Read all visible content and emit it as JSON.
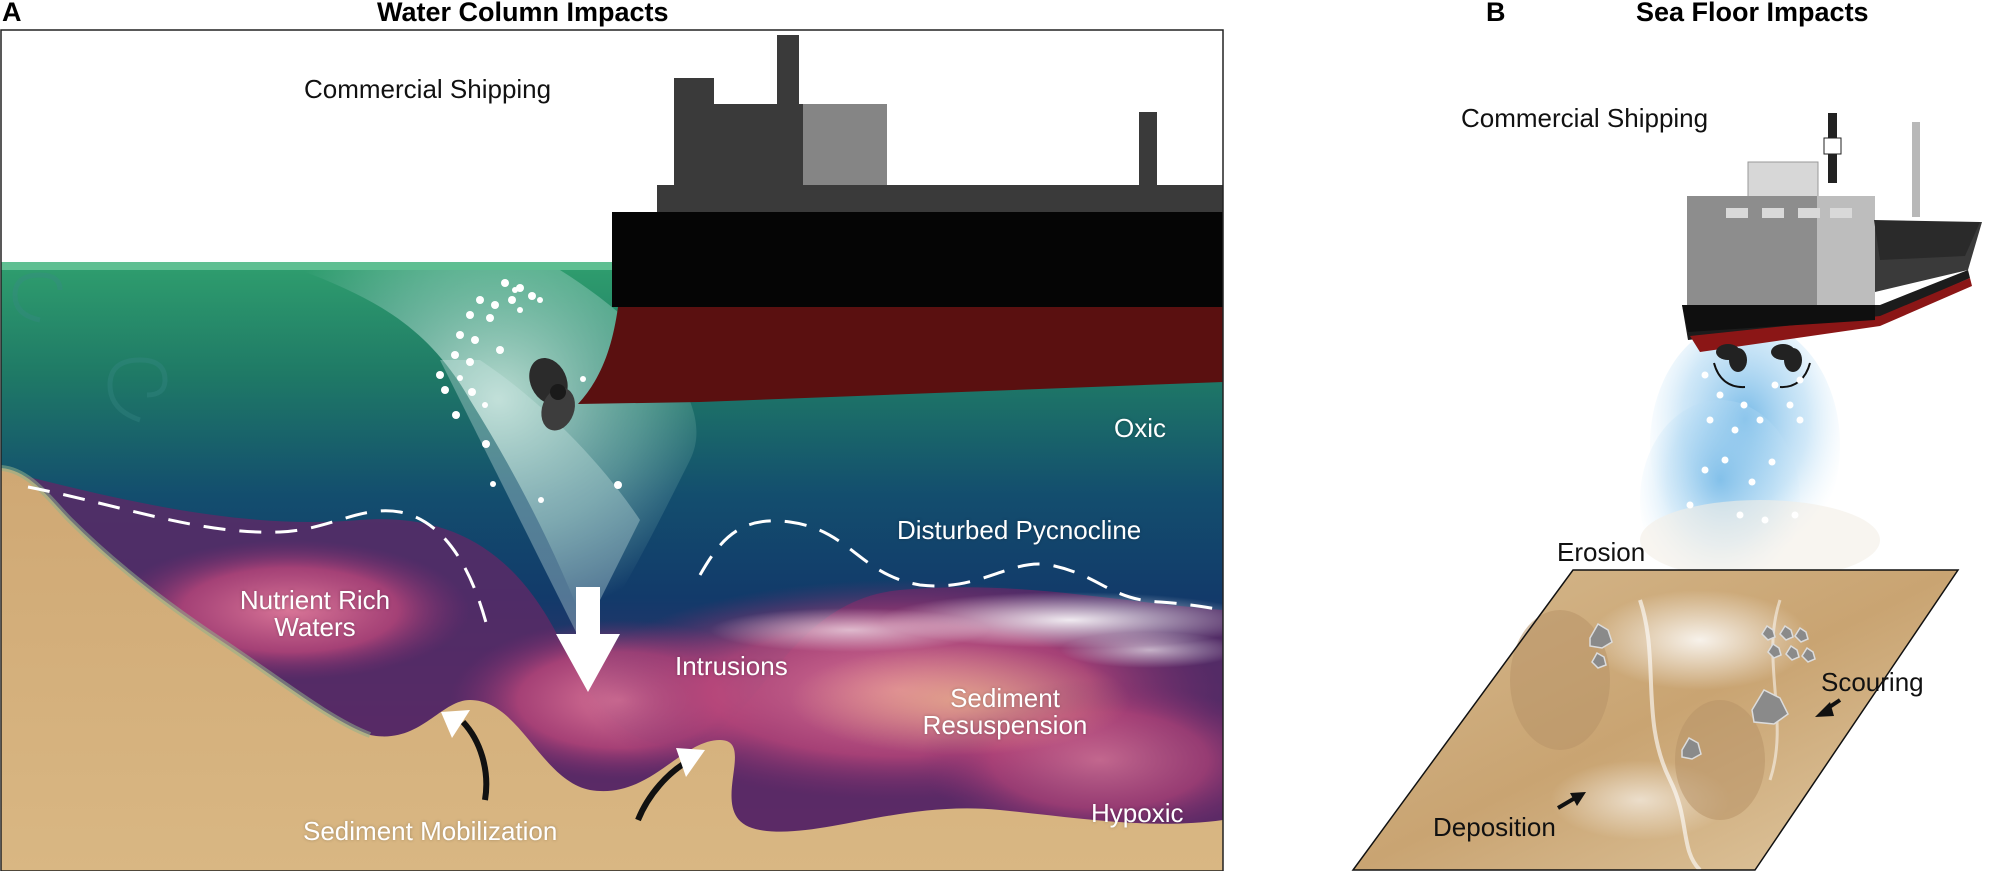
{
  "panel_a": {
    "letter": "A",
    "title": "Water Column Impacts",
    "labels": {
      "shipping": "Commercial Shipping",
      "oxic": "Oxic",
      "pycnocline": "Disturbed Pycnocline",
      "nutrient_line1": "Nutrient Rich",
      "nutrient_line2": "Waters",
      "intrusions": "Intrusions",
      "resusp_line1": "Sediment",
      "resusp_line2": "Resuspension",
      "mobilization": "Sediment Mobilization",
      "hypoxic": "Hypoxic"
    }
  },
  "panel_b": {
    "letter": "B",
    "title": "Sea Floor Impacts",
    "labels": {
      "shipping": "Commercial Shipping",
      "erosion": "Erosion",
      "scouring": "Scouring",
      "deposition": "Deposition"
    }
  },
  "colors": {
    "surface_green": "#2f9e6e",
    "deep_navy": "#123a6a",
    "hypoxic_purple": "#6b2a63",
    "magenta": "#c2527e",
    "sand": "#d7b37f",
    "hull_red": "#5a1010",
    "hull_black": "#050505",
    "superstructure": "#3a3a3a",
    "plume_blue": "#8fc6ea"
  }
}
